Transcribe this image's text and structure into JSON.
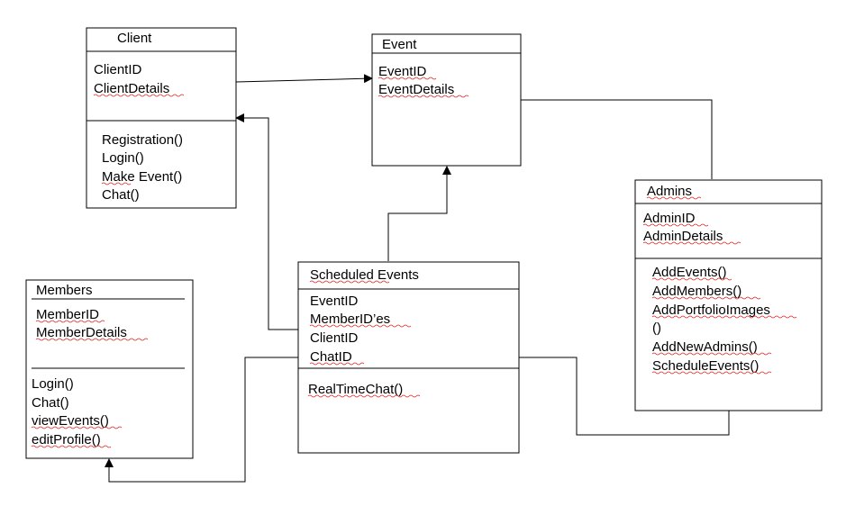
{
  "classes": {
    "client": {
      "name": "Client",
      "attributes": [
        "ClientID",
        "ClientDetails"
      ],
      "methods": [
        "Registration()",
        "Login()",
        "Make Event()",
        "Chat()"
      ]
    },
    "event": {
      "name": "Event",
      "attributes": [
        "EventID",
        "EventDetails"
      ],
      "methods": []
    },
    "admins": {
      "name": "Admins",
      "attributes": [
        "AdminID",
        "AdminDetails"
      ],
      "methods": [
        "AddEvents()",
        "AddMembers()",
        "AddPortfolioImages",
        "()",
        "AddNewAdmins()",
        "ScheduleEvents()"
      ]
    },
    "scheduled_events": {
      "name": "Scheduled Events",
      "attributes": [
        "EventID",
        "MemberID’es",
        "ClientID",
        "ChatID"
      ],
      "methods": [
        "RealTimeChat()"
      ]
    },
    "members": {
      "name": "Members",
      "attributes": [
        "MemberID",
        "MemberDetails"
      ],
      "methods": [
        "Login()",
        "Chat()",
        "viewEvents()",
        "editProfile()"
      ]
    }
  },
  "connectors": [
    {
      "from": "client",
      "to": "event",
      "arrow": "filled"
    },
    {
      "from": "scheduled_events",
      "to": "event",
      "arrow": "filled"
    },
    {
      "from": "scheduled_events",
      "to": "client",
      "arrow": "filled"
    },
    {
      "from": "scheduled_events",
      "to": "members",
      "arrow": "filled"
    },
    {
      "from": "event",
      "to": "admins",
      "arrow": "none"
    },
    {
      "from": "scheduled_events",
      "to": "admins",
      "arrow": "none"
    }
  ],
  "colors": {
    "line": "#000000",
    "spellcheck_underline": "#e02020"
  }
}
